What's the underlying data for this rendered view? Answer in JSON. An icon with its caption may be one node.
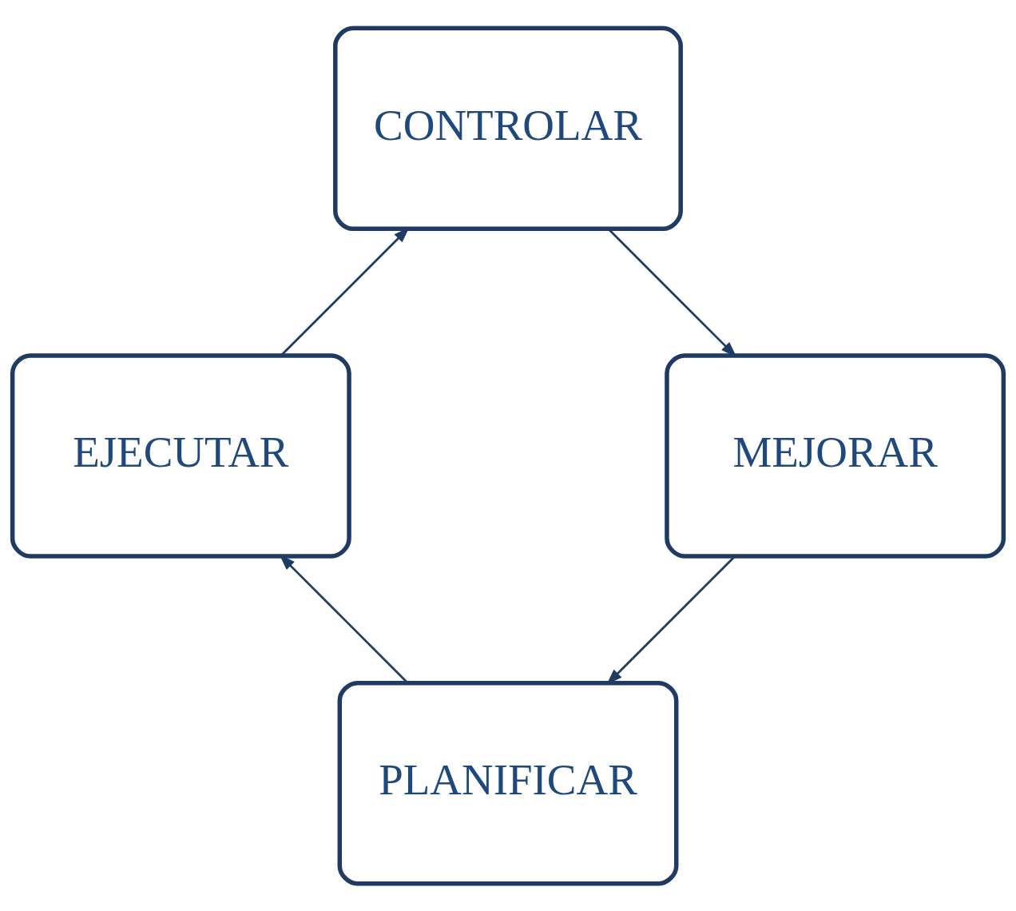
{
  "diagram": {
    "nodes": [
      {
        "text": [
          "PLANIFICAR"
        ]
      },
      {
        "text": [
          "EJECUTAR"
        ]
      },
      {
        "text": [
          "CONTROLAR"
        ]
      },
      {
        "text": [
          "MEJORAR"
        ]
      }
    ],
    "edges": [
      {
        "from": 0,
        "to": 1,
        "arrow": "to"
      },
      {
        "from": 1,
        "to": 2,
        "arrow": "to"
      },
      {
        "from": 2,
        "to": 3,
        "arrow": "to"
      },
      {
        "from": 3,
        "to": 0,
        "arrow": "to"
      }
    ]
  }
}
